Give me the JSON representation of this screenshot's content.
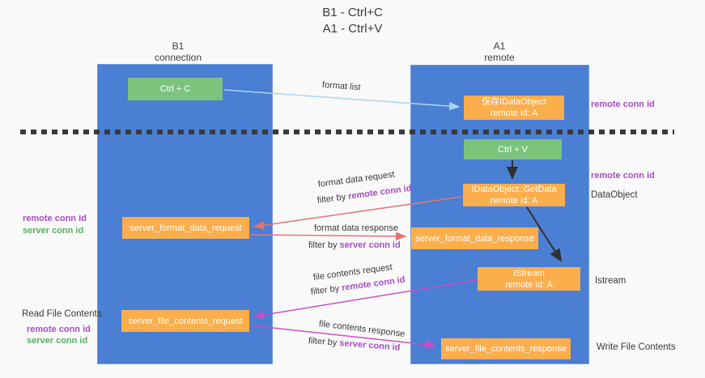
{
  "title": {
    "line1": "B1 - Ctrl+C",
    "line2": "A1 - Ctrl+V"
  },
  "columns": {
    "left": {
      "name": "B1",
      "role": "connection"
    },
    "right": {
      "name": "A1",
      "role": "remote"
    }
  },
  "nodes": {
    "ctrl_c": {
      "label": "Ctrl + C"
    },
    "save_idataobject": {
      "line1": "保存IDataObject",
      "line2": "remote id: A"
    },
    "ctrl_v": {
      "label": "Ctrl + V"
    },
    "getdata": {
      "line1": "IDataObject::GetData",
      "line2": "remote id: A"
    },
    "format_request": {
      "label": "server_format_data_request"
    },
    "format_response": {
      "label": "server_format_data_response"
    },
    "istream": {
      "line1": "IStream",
      "line2": "remote id: A"
    },
    "file_request": {
      "label": "server_file_contents_request"
    },
    "file_response": {
      "label": "server_file_contents_response"
    }
  },
  "edges": {
    "format_list": {
      "label": "format list"
    },
    "format_data_request": {
      "label": "format data request",
      "filter_prefix": "filter by ",
      "filter_key": "remote conn id"
    },
    "format_data_response": {
      "label": "format data response",
      "filter_prefix": "filter by ",
      "filter_key": "server conn id"
    },
    "file_contents_request": {
      "label": "file contents request",
      "filter_prefix": "filter by ",
      "filter_key": "remote conn id"
    },
    "file_contents_response": {
      "label": "file contents response",
      "filter_prefix": "filter by ",
      "filter_key": "server conn id"
    }
  },
  "annotations": {
    "right_top_remote_conn_id": "remote conn id",
    "right_mid_remote_conn_id": "remote conn id",
    "dataobject": "DataObject",
    "istream": "Istream",
    "write_file_contents": "Write File Contents",
    "left_remote_conn_id_top": "remote conn id",
    "left_server_conn_id_top": "server conn id",
    "read_file_contents": "Read File Contents",
    "left_remote_conn_id_bottom": "remote conn id",
    "left_server_conn_id_bottom": "server conn id"
  },
  "colors": {
    "lifeline_blue": "#4a7fd3",
    "box_orange": "#fbae4c",
    "box_green": "#7cc47e",
    "arrow_light_blue": "#a9d5f2",
    "arrow_red": "#e57373",
    "arrow_magenta": "#cb4ec5",
    "arrow_black": "#2f2f2f",
    "text_purple": "#a64dc1",
    "text_green": "#53b25f"
  }
}
